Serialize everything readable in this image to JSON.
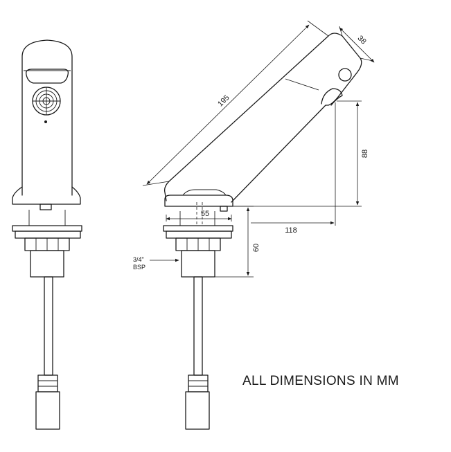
{
  "note": "ALL DIMENSIONS IN MM",
  "dimensions": {
    "spout_length": "195",
    "head_diameter": "38",
    "spout_height": "88",
    "base_width": "55",
    "projection": "118",
    "thread_length": "60"
  },
  "thread_label": {
    "line1": "3/4\"",
    "line2": "BSP"
  },
  "colors": {
    "line": "#1a1a1a",
    "background": "#ffffff"
  }
}
